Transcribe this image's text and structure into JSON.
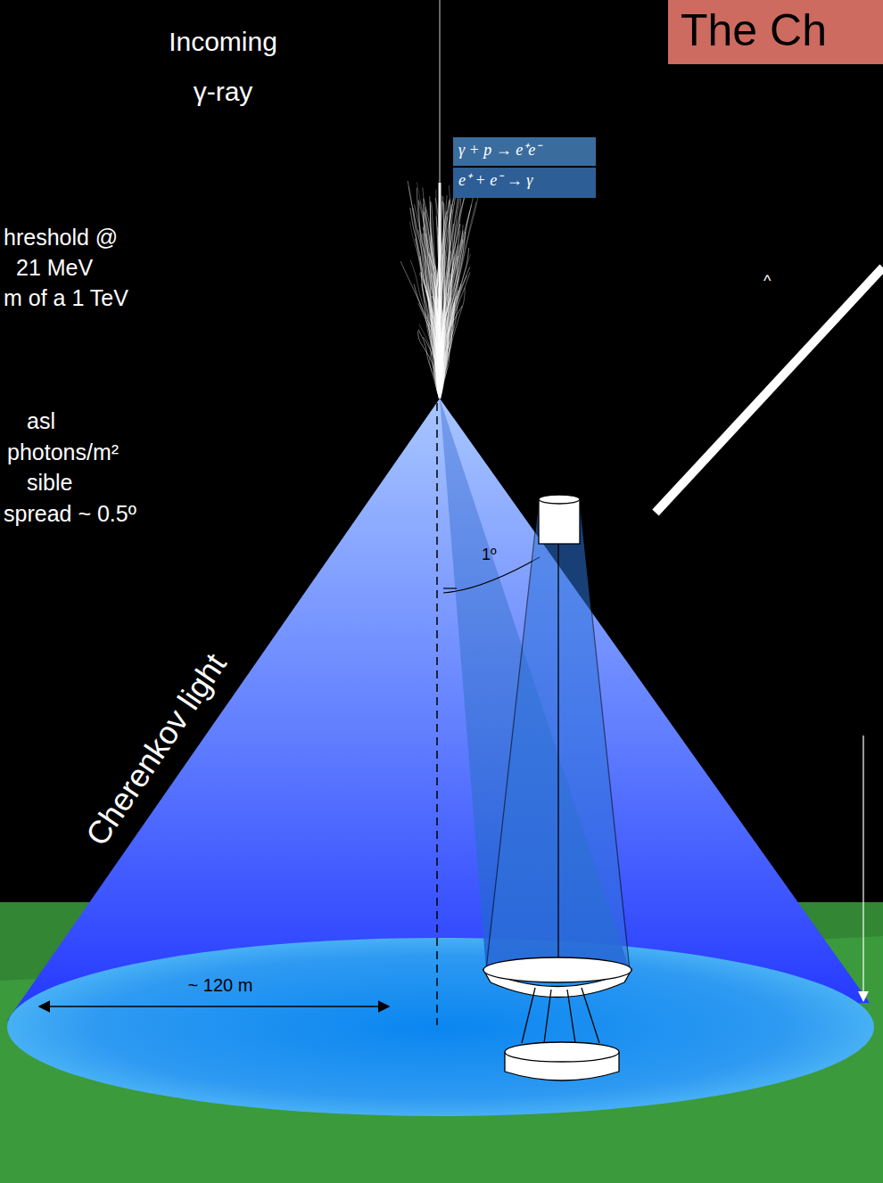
{
  "diagram": {
    "title": "The Ch",
    "nodes": [
      {
        "text": [
          "γ + p → e⁺e⁻"
        ]
      },
      {
        "text": [
          "e⁺ + e⁻ → γ"
        ]
      }
    ],
    "labels": [
      "Incoming",
      "γ-ray",
      "hreshold @",
      "21 MeV",
      "m of a 1 TeV",
      "asl",
      "photons/m²",
      "sible",
      "spread ~ 0.5º",
      "^",
      "1º",
      "Cherenkov light",
      "~ 120 m"
    ]
  }
}
